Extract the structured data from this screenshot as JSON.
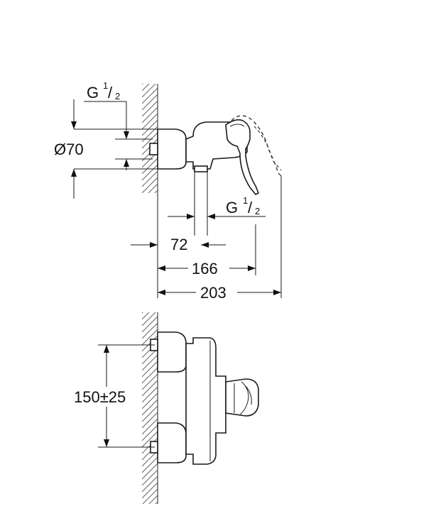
{
  "drawing": {
    "thread_label_top": {
      "base": "G",
      "num": "1",
      "den": "2"
    },
    "thread_label_outlet": {
      "base": "G",
      "num": "1",
      "den": "2"
    },
    "diameter_label": "Ø70",
    "dim_wall_to_outlet": "72",
    "dim_wall_to_lever": "166",
    "dim_wall_to_back": "203",
    "dim_inlet_spacing": "150±25"
  }
}
